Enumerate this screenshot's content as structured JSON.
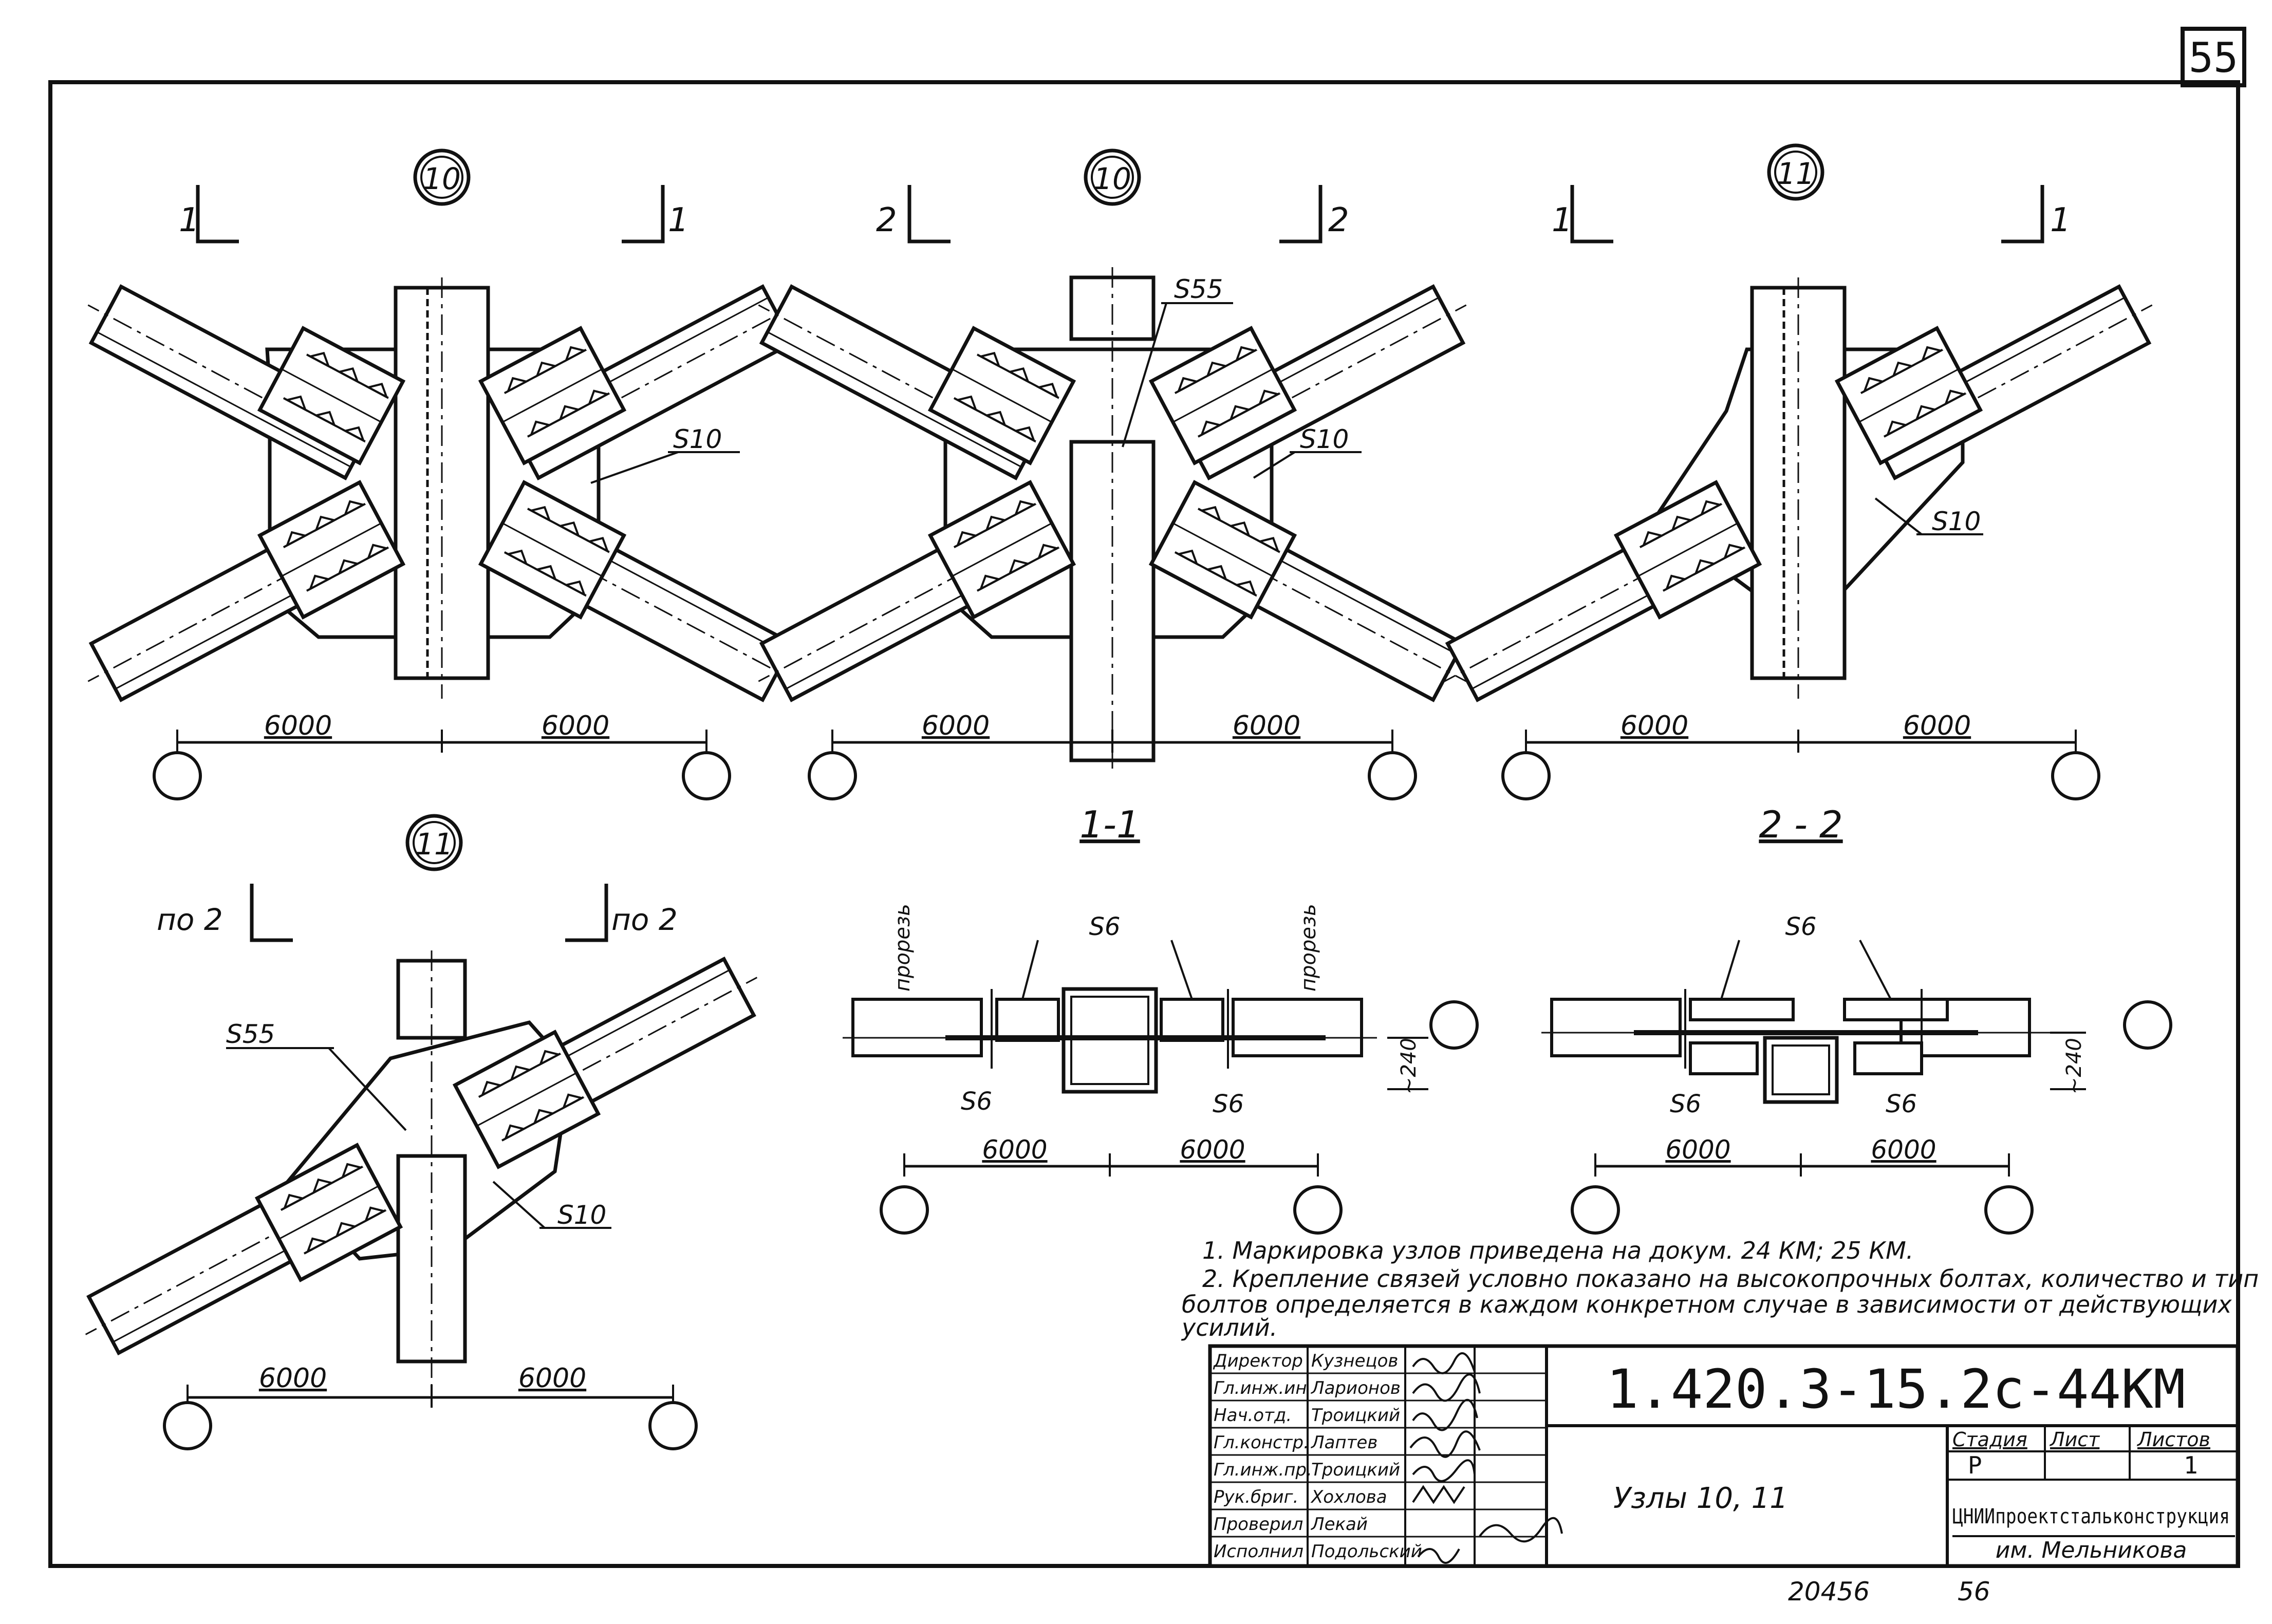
{
  "sheet": {
    "page_number": "55",
    "bottom_ref_left": "20456",
    "bottom_ref_right": "56"
  },
  "nodes": [
    {
      "marker": "10",
      "section_left": "1",
      "section_right": "1",
      "dim_left": "6000",
      "dim_right": "6000",
      "gusset": "S10"
    },
    {
      "marker": "10",
      "section_left": "2",
      "section_right": "2",
      "dim_left": "6000",
      "dim_right": "6000",
      "gusset": "S10",
      "tube": "S55"
    },
    {
      "marker": "11",
      "section_left": "1",
      "section_right": "1",
      "dim_left": "6000",
      "dim_right": "6000",
      "gusset": "S10"
    },
    {
      "marker": "11",
      "section_left": "по 2",
      "section_right": "по 2",
      "dim_left": "6000",
      "dim_right": "6000",
      "gusset": "S10",
      "tube": "S55"
    }
  ],
  "sections": [
    {
      "title": "1-1",
      "top_label": "S6",
      "bottom_left": "S6",
      "bottom_right": "S6",
      "height": "~240",
      "cut_left": "прорезь",
      "cut_right": "прорезь",
      "dim_left": "6000",
      "dim_right": "6000"
    },
    {
      "title": "2 - 2",
      "top_label": "S6",
      "bottom_left": "S6",
      "bottom_right": "S6",
      "height": "~240",
      "dim_left": "6000",
      "dim_right": "6000"
    }
  ],
  "notes": [
    "1. Маркировка узлов приведена на докум. 24 КМ; 25 КМ.",
    "2. Крепление связей условно показано на высокопрочных болтах, количество и тип",
    "болтов определяется в каждом конкретном случае в зависимости от действующих",
    "усилий."
  ],
  "title_block": {
    "code": "1.420.3-15.2с-44КМ",
    "name": "Узлы 10, 11",
    "stage_header": "Стадия",
    "sheet_header": "Лист",
    "sheets_header": "Листов",
    "stage": "Р",
    "sheet": "",
    "sheets": "1",
    "org_line1": "ЦНИИпроектстальконструкция",
    "org_line2": "им. Мельникова",
    "staff": [
      {
        "role": "Директор",
        "name": "Кузнецов"
      },
      {
        "role": "Гл.инж.ин",
        "name": "Ларионов"
      },
      {
        "role": "Нач.отд.",
        "name": "Троицкий"
      },
      {
        "role": "Гл.констр.",
        "name": "Лаптев"
      },
      {
        "role": "Гл.инж.пр.",
        "name": "Троицкий"
      },
      {
        "role": "Рук.бриг.",
        "name": "Хохлова"
      },
      {
        "role": "Проверил",
        "name": "Лекай"
      },
      {
        "role": "Исполнил",
        "name": "Подольский"
      }
    ]
  },
  "colors": {
    "ink": "#111111",
    "paper": "#ffffff"
  }
}
